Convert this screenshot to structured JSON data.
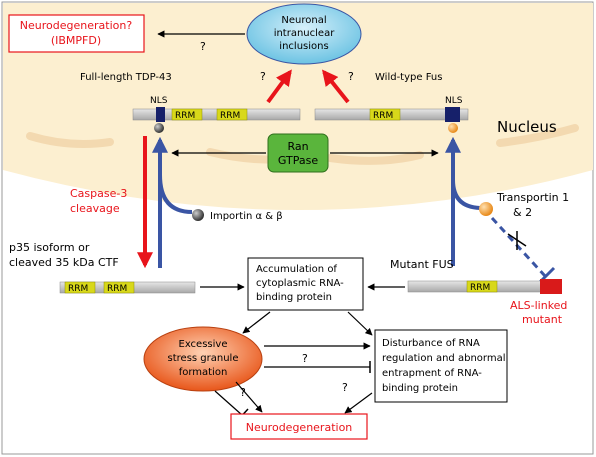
{
  "nucleus_label": "Nucleus",
  "neuronal_inclusions": [
    "Neuronal",
    "intranuclear",
    "inclusions"
  ],
  "neurodegeneration_top": [
    "Neurodegeneration?",
    "(IBMPFD)"
  ],
  "full_length_tdp43": "Full-length TDP-43",
  "wild_type_fus": "Wild-type Fus",
  "nls_label": "NLS",
  "rrm_label": "RRM",
  "ran_gtpase": [
    "Ran",
    "GTPase"
  ],
  "caspase": [
    "Caspase-3",
    "cleavage"
  ],
  "importin": "Importin α & β",
  "transportin": [
    "Transportin 1",
    "& 2"
  ],
  "p35": [
    "p35 isoform or",
    "cleaved 35 kDa CTF"
  ],
  "accumulation": [
    "Accumulation of",
    "cytoplasmic RNA-",
    "binding protein"
  ],
  "mutant_fus": "Mutant FUS",
  "als_mutant": [
    "ALS-linked",
    "mutant"
  ],
  "stress_granule": [
    "Excessive",
    "stress granule",
    "formation"
  ],
  "disturbance": [
    "Disturbance of RNA",
    "regulation and abnormal",
    "entrapment of RNA-",
    "binding protein"
  ],
  "neurodegeneration_bottom": "Neurodegeneration",
  "question_mark": "?",
  "colors": {
    "nucleus_fill": "#fcefd0",
    "red": "#e8141b",
    "blue": "#3a55a4",
    "rrm": "#d8d81a",
    "nls_dark": "#16206a",
    "ran_green": "#5ab53c",
    "ellipse_blue": "#8fd2e9",
    "stress_orange": "#ee6a2a",
    "bar_gray": "#b3b3b3"
  }
}
